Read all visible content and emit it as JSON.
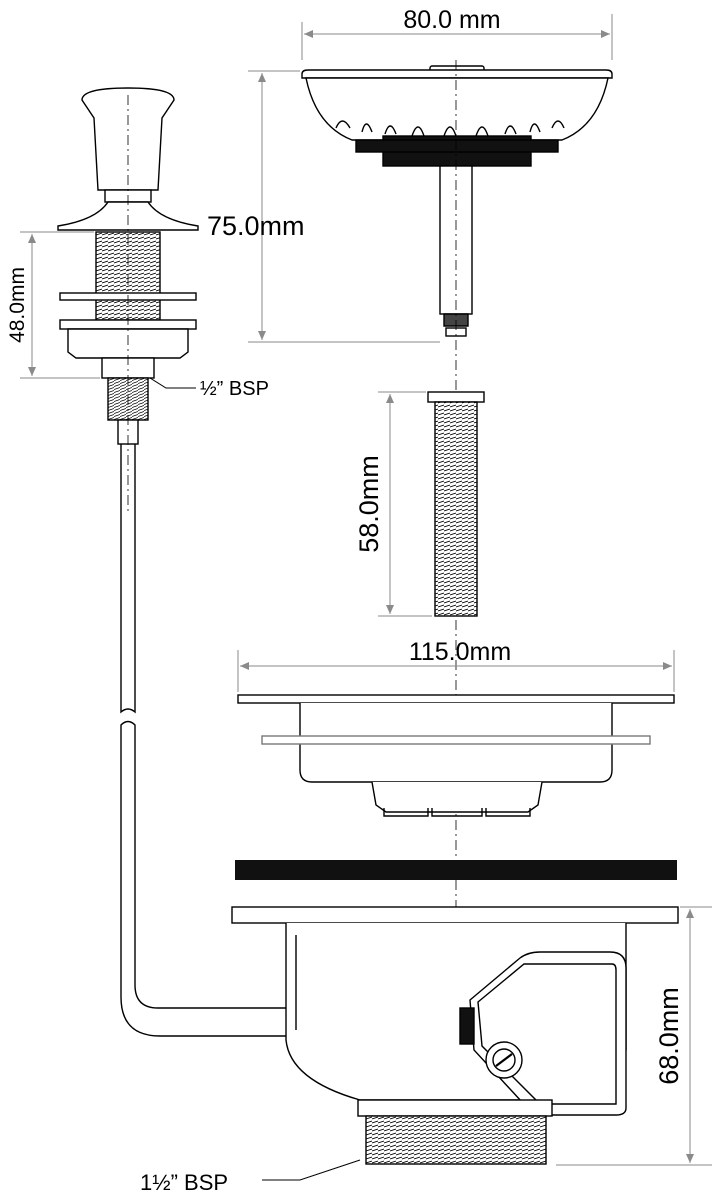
{
  "dimensions": {
    "basket_width": "80.0 mm",
    "basket_height": "75.0mm",
    "button_height": "48.0mm",
    "bolt_length": "58.0mm",
    "flange_width": "115.0mm",
    "body_height": "68.0mm"
  },
  "labels": {
    "button_thread": "½” BSP",
    "outlet_thread": "1½” BSP"
  },
  "colors": {
    "outline": "#000000",
    "dim_line": "#8a8a8a",
    "fill": "#ffffff",
    "dark": "#111111"
  }
}
